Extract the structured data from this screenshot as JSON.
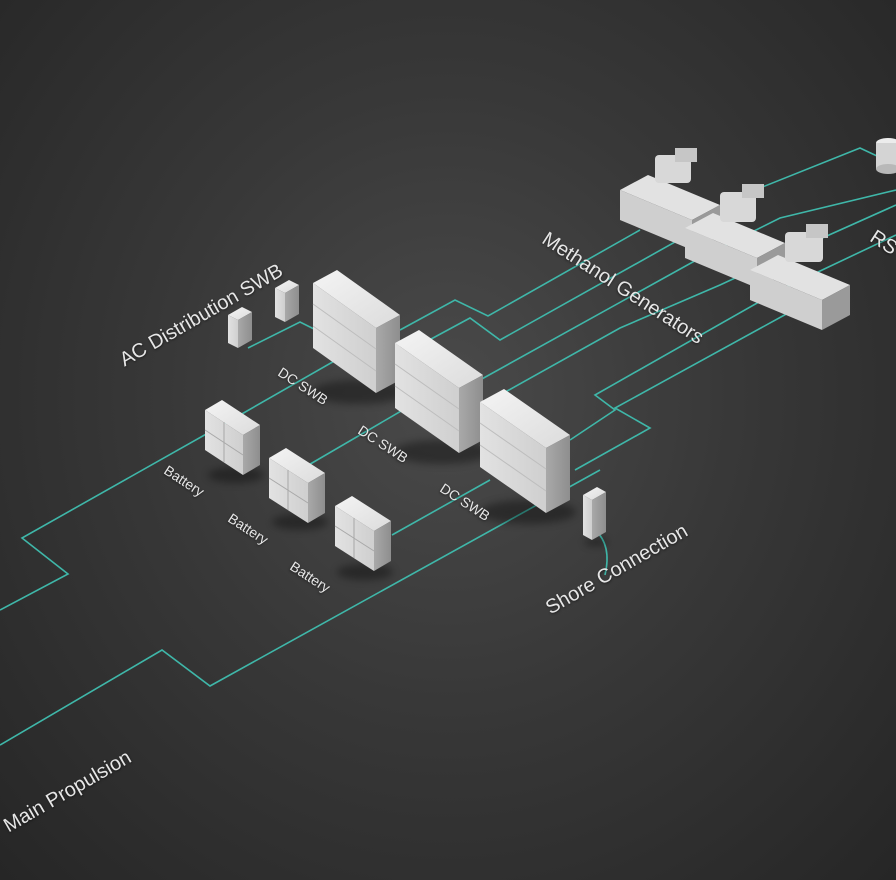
{
  "colors": {
    "line": "#3fb7a9",
    "cabinet": "#e3e3e3"
  },
  "labels": {
    "ac_distribution": "AC Distribution SWB",
    "methanol_generators": "Methanol Generators",
    "dc_swb_1": "DC SWB",
    "dc_swb_2": "DC SWB",
    "dc_swb_3": "DC SWB",
    "battery_1": "Battery",
    "battery_2": "Battery",
    "battery_3": "Battery",
    "shore_connection": "Shore Connection",
    "main_propulsion": "Main Propulsion",
    "rs_partial": "RS"
  }
}
